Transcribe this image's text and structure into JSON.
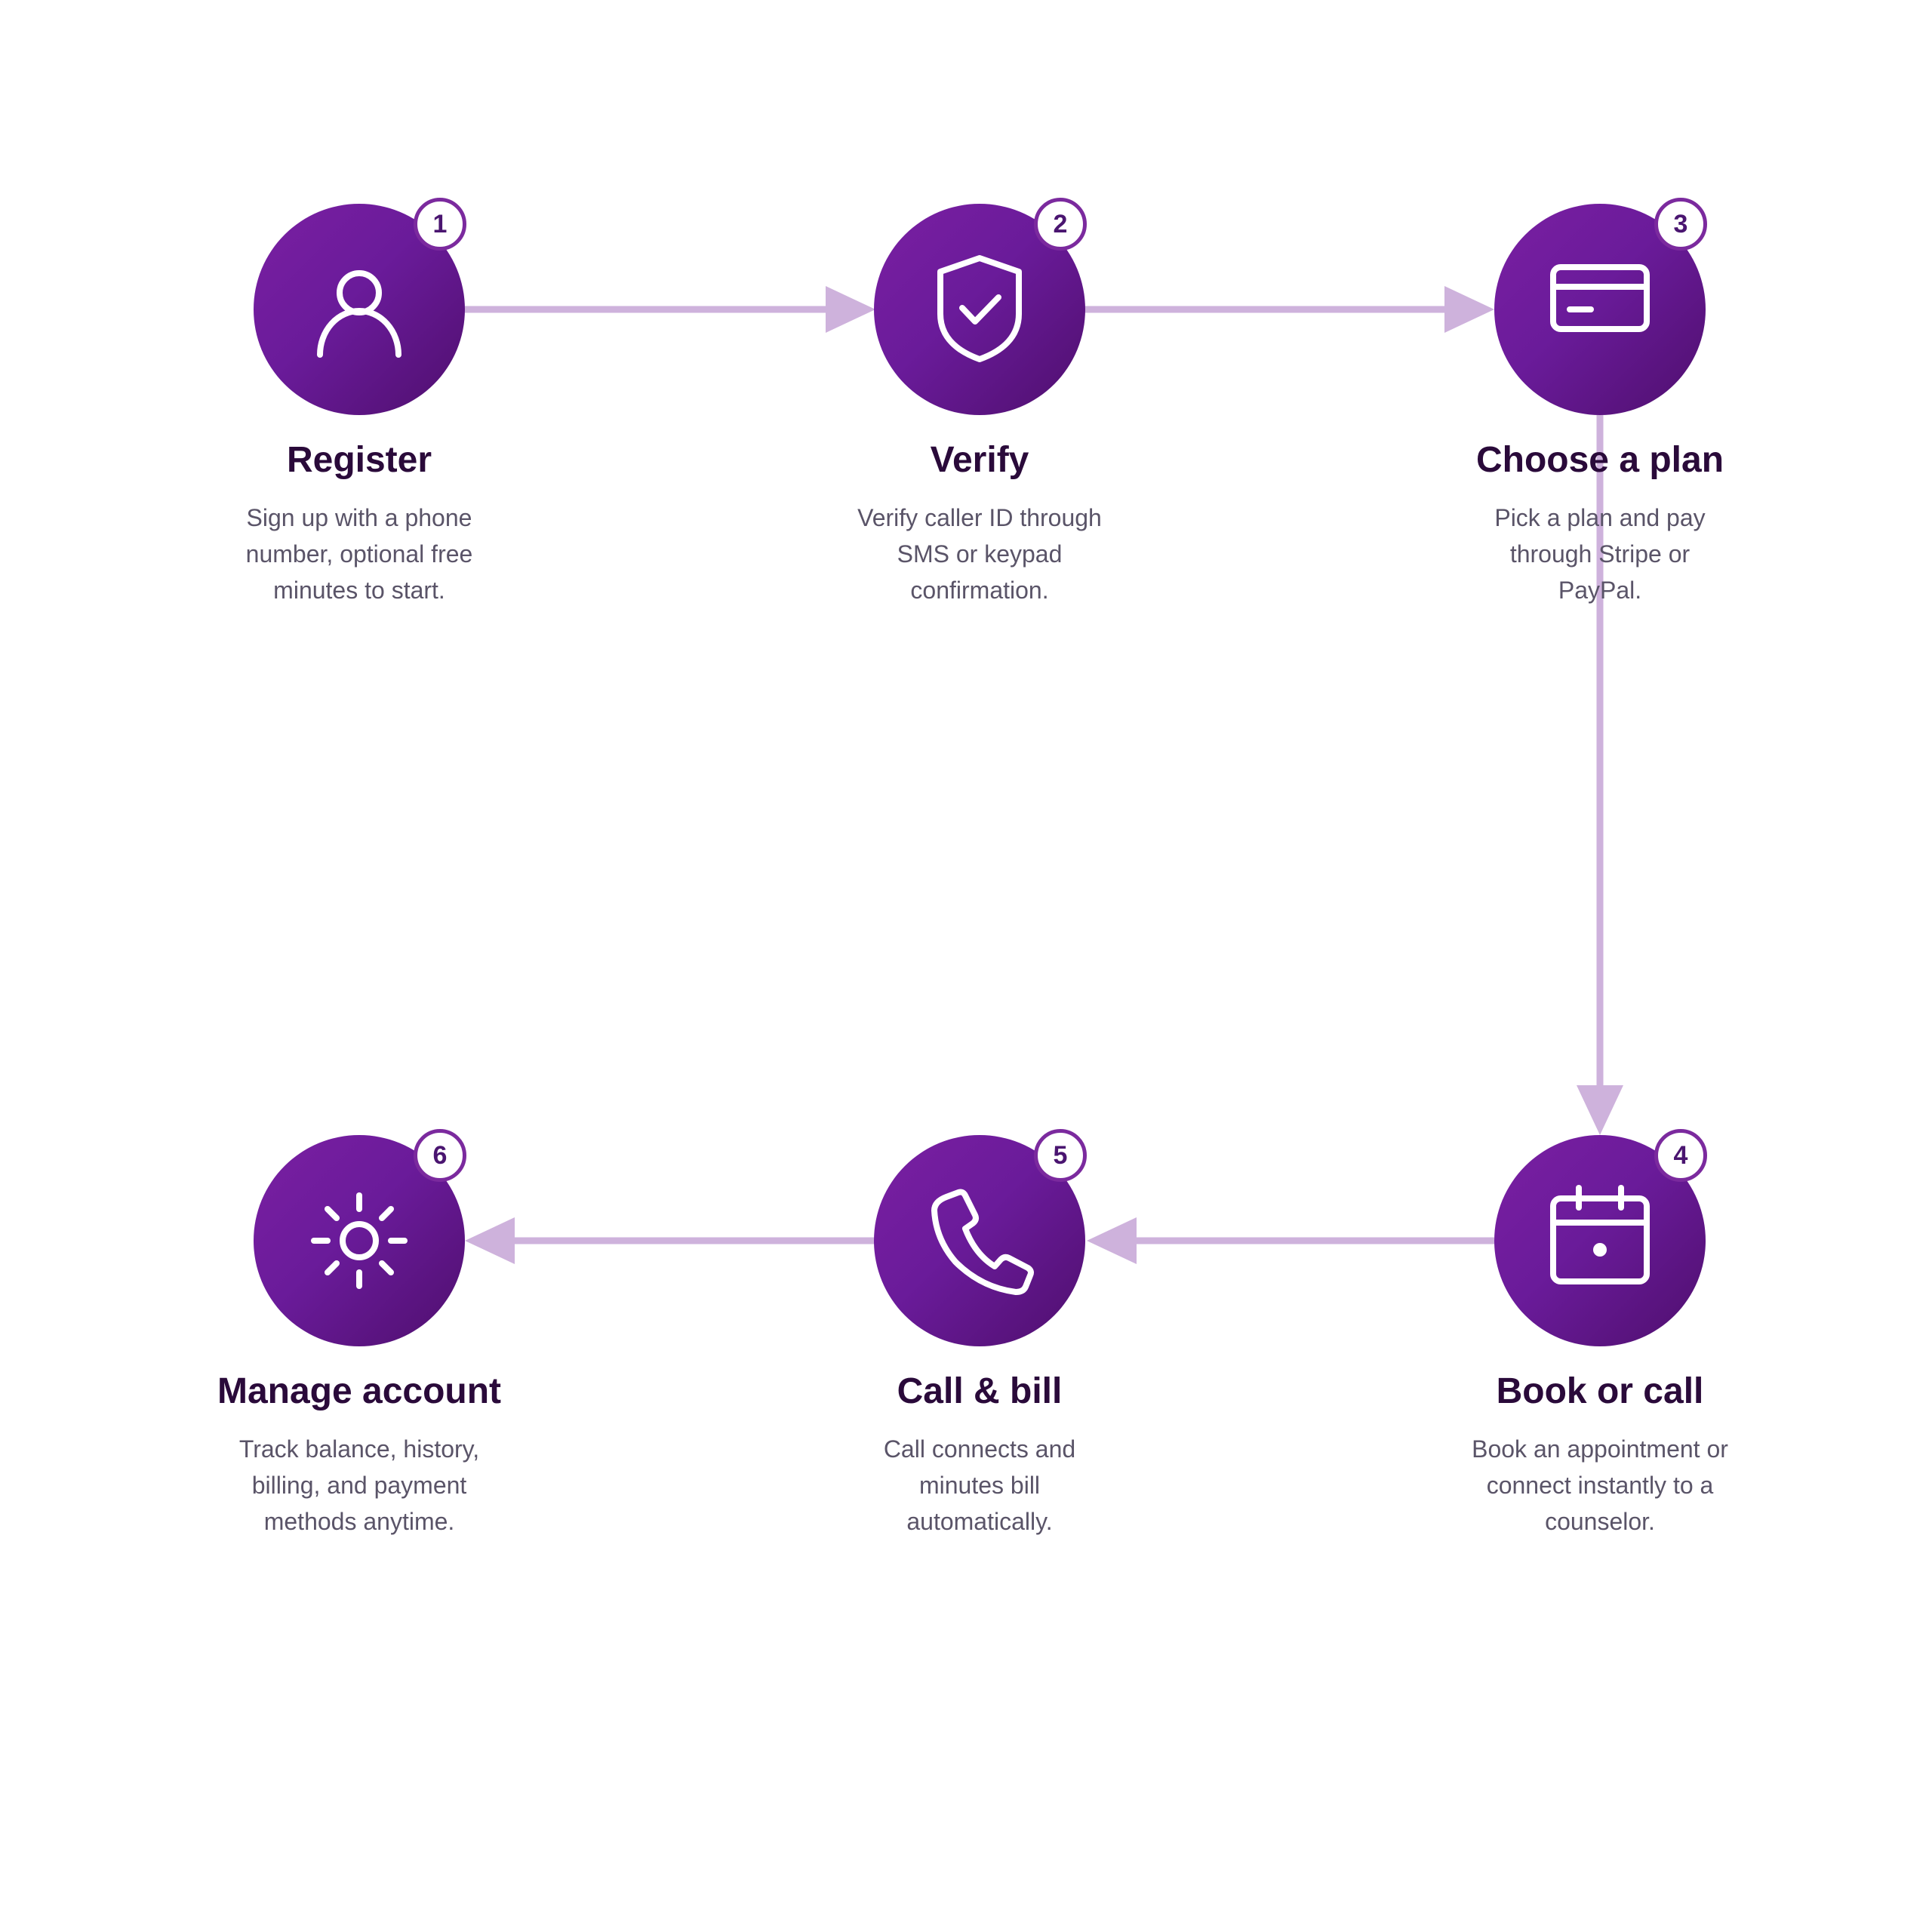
{
  "colors": {
    "accent": "#6a1b9a",
    "connector": "#ceb2dc",
    "title": "#2a0a3a",
    "description": "#5a5468",
    "badge_border": "#7b2a9e"
  },
  "steps": [
    {
      "number": "1",
      "title": "Register",
      "icon": "user-icon",
      "description": "Sign up with a phone number, optional free minutes to start."
    },
    {
      "number": "2",
      "title": "Verify",
      "icon": "shield-check-icon",
      "description": "Verify caller ID through SMS or keypad confirmation."
    },
    {
      "number": "3",
      "title": "Choose a plan",
      "icon": "credit-card-icon",
      "description": "Pick a plan and pay through Stripe or PayPal."
    },
    {
      "number": "4",
      "title": "Book or call",
      "icon": "calendar-icon",
      "description": "Book an appointment or connect instantly to a counselor."
    },
    {
      "number": "5",
      "title": "Call & bill",
      "icon": "phone-icon",
      "description": "Call connects and minutes bill automatically."
    },
    {
      "number": "6",
      "title": "Manage account",
      "icon": "settings-icon",
      "description": "Track balance, history, billing, and payment methods anytime."
    }
  ]
}
